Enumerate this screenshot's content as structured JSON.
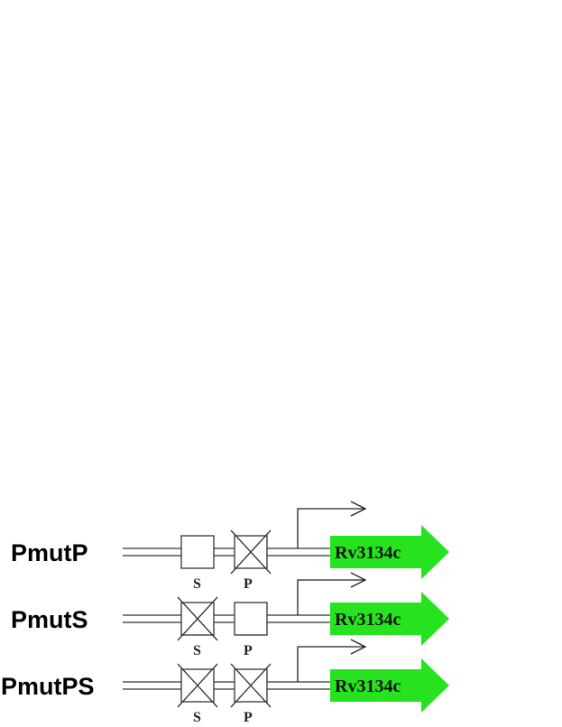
{
  "diagram": {
    "gene_color": "#27e31f",
    "rows": [
      {
        "label": "PmutP",
        "gene": "Rv3134c",
        "sites": [
          {
            "label": "S",
            "mutated": false
          },
          {
            "label": "P",
            "mutated": true
          }
        ]
      },
      {
        "label": "PmutS",
        "gene": "Rv3134c",
        "sites": [
          {
            "label": "S",
            "mutated": true
          },
          {
            "label": "P",
            "mutated": false
          }
        ]
      },
      {
        "label": "PmutPS",
        "gene": "Rv3134c",
        "sites": [
          {
            "label": "S",
            "mutated": true
          },
          {
            "label": "P",
            "mutated": true
          }
        ]
      }
    ]
  }
}
